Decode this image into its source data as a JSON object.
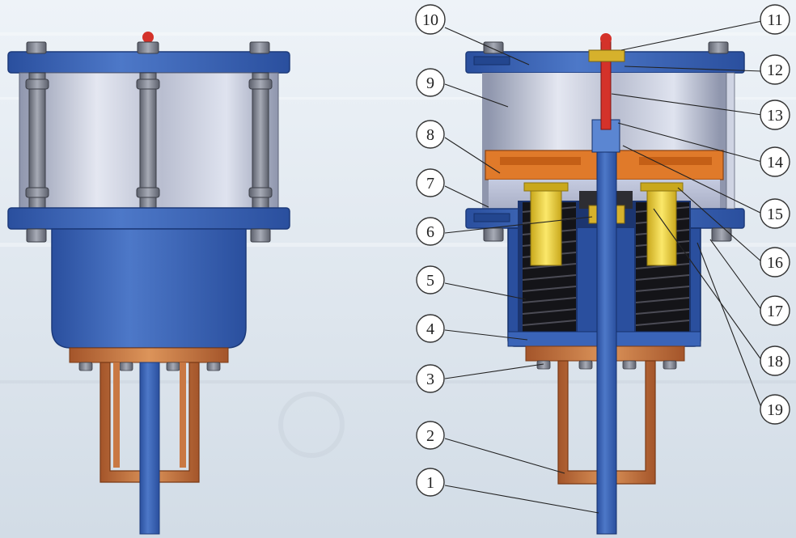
{
  "colors": {
    "background_top": "#eef3f8",
    "background_bottom": "#d4dde7",
    "body_blue": "#3a64b8",
    "body_blue_dark": "#23468f",
    "body_blue_light": "#5b86d2",
    "cylinder_silver_light": "#dfe3ef",
    "cylinder_silver_dark": "#8f96ad",
    "bolt_gray": "#8b8f9c",
    "piston_orange": "#e07a2a",
    "yoke_copper": "#b8622c",
    "yoke_copper_light": "#d88a4e",
    "spring_black": "#1e1e22",
    "guide_yellow": "#f0d53a",
    "indicator_red": "#d4322a"
  },
  "callouts": [
    {
      "number": "1"
    },
    {
      "number": "2"
    },
    {
      "number": "3"
    },
    {
      "number": "4"
    },
    {
      "number": "5"
    },
    {
      "number": "6"
    },
    {
      "number": "7"
    },
    {
      "number": "8"
    },
    {
      "number": "9"
    },
    {
      "number": "10"
    },
    {
      "number": "11"
    },
    {
      "number": "12"
    },
    {
      "number": "13"
    },
    {
      "number": "14"
    },
    {
      "number": "15"
    },
    {
      "number": "16"
    },
    {
      "number": "17"
    },
    {
      "number": "18"
    },
    {
      "number": "19"
    }
  ]
}
